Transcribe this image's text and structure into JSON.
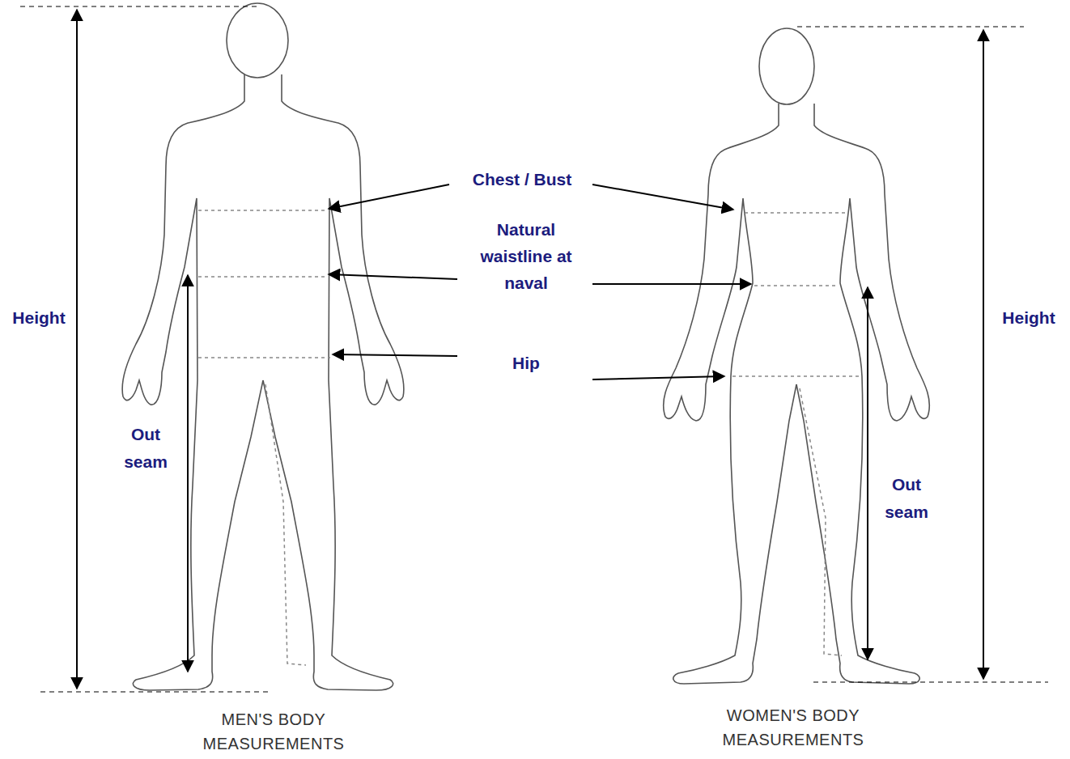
{
  "diagram": {
    "labels": [
      "Chest / Bust",
      "Natural waistline at naval",
      "Height",
      "Height",
      "Hip",
      "Out seam",
      "Out seam",
      "MEN'S BODY MEASUREMENTS",
      "WOMEN'S BODY MEASUREMENTS"
    ]
  }
}
